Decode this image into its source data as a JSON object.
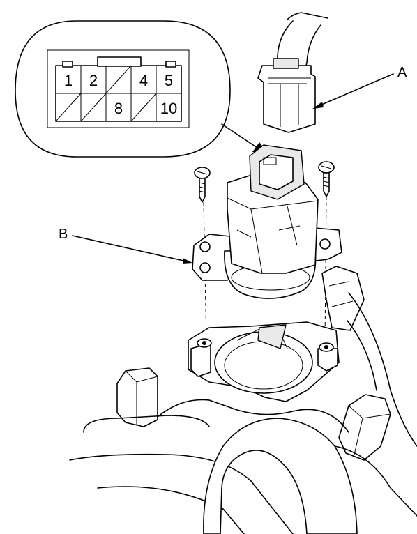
{
  "connector_face": {
    "pins": [
      "1",
      "2",
      "4",
      "5",
      "8",
      "10"
    ]
  },
  "callouts": {
    "a": "A",
    "b": "B"
  }
}
